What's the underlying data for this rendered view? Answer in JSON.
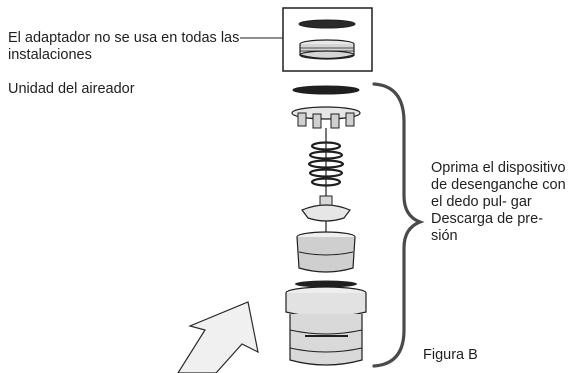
{
  "labels": {
    "top_note": "El adaptador no se usa en todas las instalaciones",
    "top_subtitle": "Unidad del aireador",
    "side_instructions": "Oprima el dispositivo de desenganche con el dedo pul- gar Descarga de pre- sión",
    "figure": "Figura B"
  },
  "colors": {
    "line": "#1f1f1f",
    "part_fill": "#f2f2f2",
    "part_shade": "#c8c8c8",
    "arrow_fill": "#f0f0f0"
  }
}
